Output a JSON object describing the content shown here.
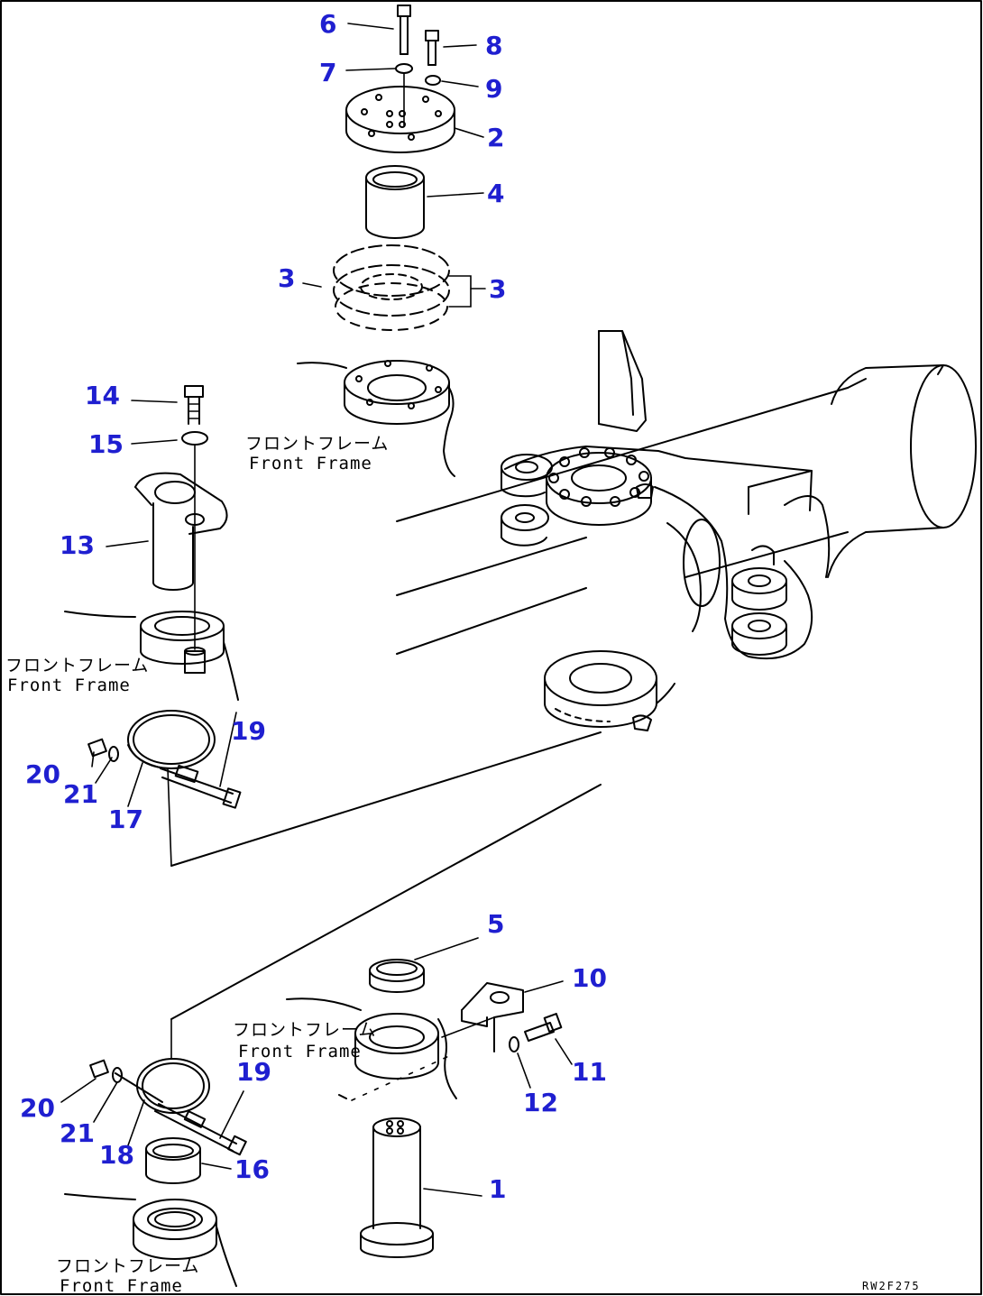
{
  "callouts": [
    {
      "id": "6",
      "label": "6"
    },
    {
      "id": "8",
      "label": "8"
    },
    {
      "id": "7",
      "label": "7"
    },
    {
      "id": "9",
      "label": "9"
    },
    {
      "id": "2",
      "label": "2"
    },
    {
      "id": "4",
      "label": "4"
    },
    {
      "id": "3a",
      "label": "3"
    },
    {
      "id": "3b",
      "label": "3"
    },
    {
      "id": "14",
      "label": "14"
    },
    {
      "id": "15",
      "label": "15"
    },
    {
      "id": "13",
      "label": "13"
    },
    {
      "id": "19a",
      "label": "19"
    },
    {
      "id": "20a",
      "label": "20"
    },
    {
      "id": "21a",
      "label": "21"
    },
    {
      "id": "17",
      "label": "17"
    },
    {
      "id": "5",
      "label": "5"
    },
    {
      "id": "10",
      "label": "10"
    },
    {
      "id": "11",
      "label": "11"
    },
    {
      "id": "12",
      "label": "12"
    },
    {
      "id": "19b",
      "label": "19"
    },
    {
      "id": "20b",
      "label": "20"
    },
    {
      "id": "21b",
      "label": "21"
    },
    {
      "id": "18",
      "label": "18"
    },
    {
      "id": "16",
      "label": "16"
    },
    {
      "id": "1",
      "label": "1"
    }
  ],
  "frame_labels": [
    {
      "jp": "フロントフレーム",
      "en": "Front Frame"
    },
    {
      "jp": "フロントフレーム",
      "en": "Front Frame"
    },
    {
      "jp": "フロントフレーム",
      "en": "Front Frame"
    },
    {
      "jp": "フロントフレーム",
      "en": "Front Frame"
    }
  ],
  "drawing_code": "RW2F275"
}
